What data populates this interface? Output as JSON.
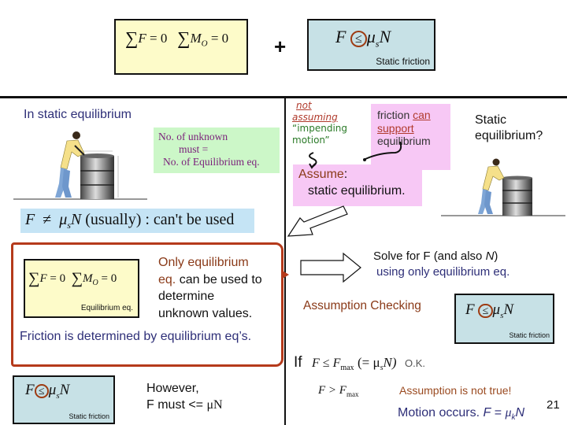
{
  "top": {
    "equilibrium_eq": {
      "sum_f": "ΣF = 0",
      "sum_m": "ΣM",
      "sub_o": "O",
      "eq_zero": "= 0"
    },
    "plus": "+",
    "static_friction_box": {
      "lhs": "F",
      "op": "≤",
      "mu": "μ",
      "sub_s": "s",
      "rhs": "N",
      "caption": "Static friction"
    }
  },
  "left": {
    "heading": "In static equilibrium",
    "unknown_note": {
      "line1": "No. of   unknown",
      "line2": "must =",
      "line3": "No. of Equilibrium eq."
    },
    "inequality": {
      "lhs": "F",
      "op": "≠",
      "mu": "μ",
      "sub_s": "s",
      "rhs": "N",
      "text": "(usually) :  can't be used"
    },
    "bracket_box": {
      "eq_caption": "Equilibrium eq.",
      "only_part1": "Only equilibrium",
      "only_part2": "eq.",
      "only_rest": " can be used to",
      "determine": "determine",
      "unknown_values": "unknown values.",
      "friction_note": "Friction is determined by equilibrium eq’s."
    },
    "bottom_box": {
      "lhs": "F",
      "op": "≤",
      "mu": "μ",
      "sub_s": "s",
      "rhs": "N",
      "caption": "Static friction"
    },
    "however": {
      "line1": "However,",
      "line2": "F must <=  ",
      "mu_n": "μN"
    }
  },
  "right": {
    "not_assuming": {
      "not": "not",
      "assuming": "assuming",
      "impending": "“impending",
      "motion": "motion”"
    },
    "friction_support": {
      "pre": "friction ",
      "can": "can",
      "support": "support",
      "equilibrium": "equilibrium"
    },
    "assume": {
      "label": "Assume",
      "colon": ":",
      "text": "static equilibrium."
    },
    "static_question": {
      "line1": "Static",
      "line2": "equilibrium?"
    },
    "solve": {
      "line1a": "Solve for F  (and also ",
      "line1n": "N",
      "line1b": ")",
      "line2": "using only equilibrium eq."
    },
    "assumption_checking": "Assumption Checking",
    "check_box": {
      "lhs": "F",
      "op": "≤",
      "mu": "μ",
      "sub_s": "s",
      "rhs": "N",
      "caption": "Static friction"
    },
    "if_row": {
      "if": "If",
      "lhs": "F  ≤ F",
      "sub_max": "max",
      "paren": "(= μ",
      "sub_s": "s",
      "rhs": "N)",
      "ok": "O.K."
    },
    "gt_row": {
      "lhs": "F > F",
      "sub_max": "max",
      "not_true": "Assumption is not true!"
    },
    "motion": {
      "text": "Motion occurs.   ",
      "f": "F",
      "eq": " = ",
      "mu": "μ",
      "sub_k": "k",
      "n": "N"
    },
    "page_number": "21"
  },
  "colors": {
    "yellow_box": "#fdfbc9",
    "blue_box": "#c7e1e6",
    "green_box": "#ccf7c8",
    "pink_box": "#f7c8f5",
    "bracket": "#b53a1b",
    "dark_blue_text": "#2e2f78",
    "brown_text": "#8a3a18"
  }
}
